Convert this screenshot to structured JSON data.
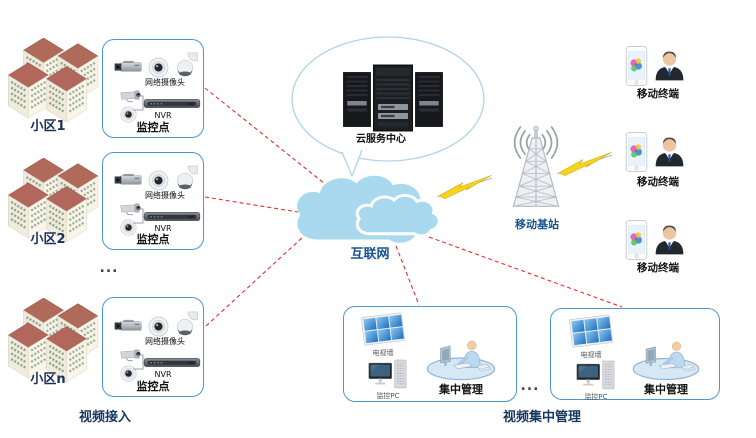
{
  "colors": {
    "box_border": "#4a97d2",
    "connection_red": "#e0312e",
    "cloud_blue": "#a9d9ee",
    "label_navy": "#17375e",
    "label_blue": "#17538f",
    "lightning_yellow": "#f6d31c"
  },
  "communities": [
    {
      "label": "小区1"
    },
    {
      "label": "小区2"
    },
    {
      "label": "小区n"
    }
  ],
  "monitor_points": [
    {
      "camera_label": "网络摄像头",
      "nvr_label": "NVR",
      "title": "监控点"
    },
    {
      "camera_label": "网络摄像头",
      "nvr_label": "NVR",
      "title": "监控点"
    },
    {
      "camera_label": "网络摄像头",
      "nvr_label": "NVR",
      "title": "监控点"
    }
  ],
  "internet_cloud": {
    "label": "互联网"
  },
  "cloud_center": {
    "label": "云服务中心"
  },
  "base_station": {
    "label": "移动基站"
  },
  "terminals": [
    {
      "label": "移动终端"
    },
    {
      "label": "移动终端"
    },
    {
      "label": "移动终端"
    }
  ],
  "management_centers": [
    {
      "wall_label": "电视墙",
      "pc_label": "监控PC",
      "title": "集中管理"
    },
    {
      "wall_label": "电视墙",
      "pc_label": "监控PC",
      "title": "集中管理"
    }
  ],
  "ellipsis": {
    "left": "...",
    "bottom": "..."
  },
  "section_labels": {
    "video_access": "视频接入",
    "video_management": "视频集中管理"
  }
}
